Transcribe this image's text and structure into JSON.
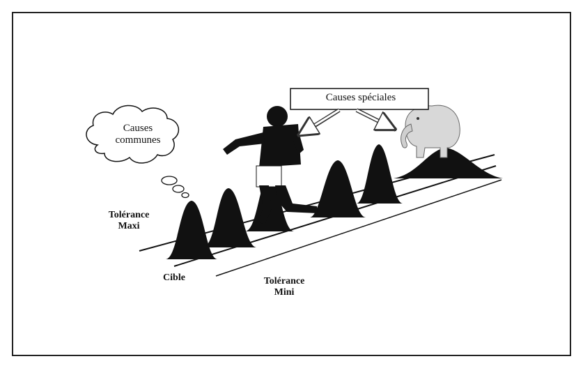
{
  "labels": {
    "common_causes_line1": "Causes",
    "common_causes_line2": "communes",
    "special_causes": "Causes spéciales",
    "tol_max_line1": "Tolérance",
    "tol_max_line2": "Maxi",
    "target": "Cible",
    "tol_min_line1": "Tolérance",
    "tol_min_line2": "Mini"
  }
}
